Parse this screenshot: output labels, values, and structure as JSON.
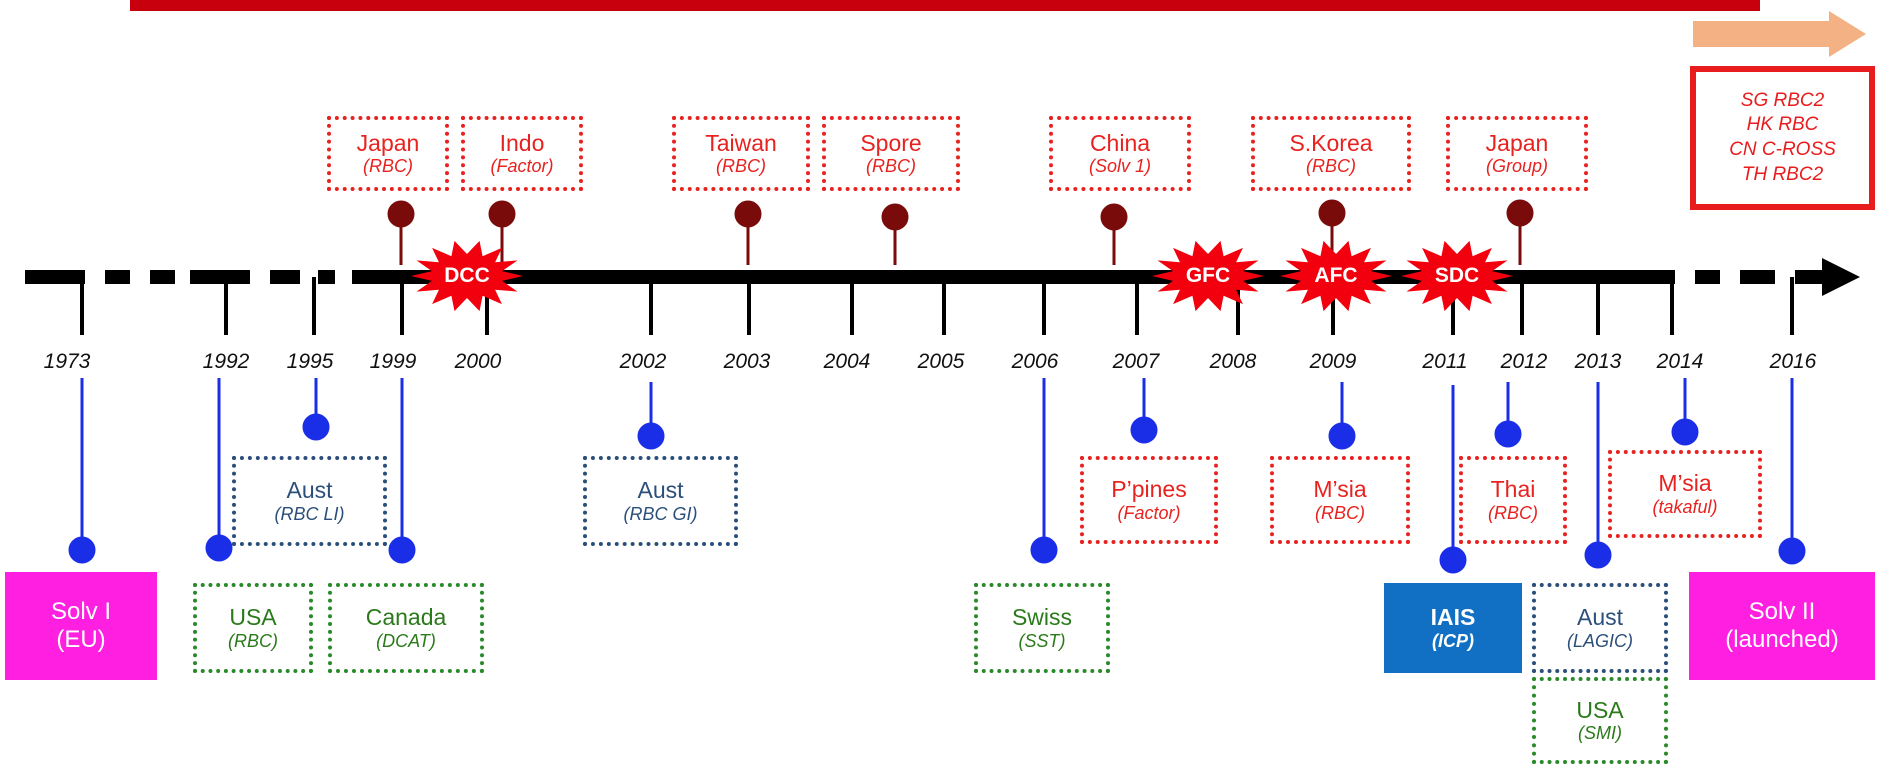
{
  "timeline": {
    "years": [
      "1973",
      "1992",
      "1995",
      "1999",
      "2000",
      "2002",
      "2003",
      "2004",
      "2005",
      "2006",
      "2007",
      "2008",
      "2009",
      "2011",
      "2012",
      "2013",
      "2014",
      "2016"
    ],
    "crises": [
      "DCC",
      "GFC",
      "AFC",
      "SDC"
    ]
  },
  "above": {
    "japan_rbc": {
      "name": "Japan",
      "sub": "(RBC)"
    },
    "indo": {
      "name": "Indo",
      "sub": "(Factor)"
    },
    "taiwan": {
      "name": "Taiwan",
      "sub": "(RBC)"
    },
    "spore": {
      "name": "Spore",
      "sub": "(RBC)"
    },
    "china": {
      "name": "China",
      "sub": "(Solv 1)"
    },
    "skorea": {
      "name": "S.Korea",
      "sub": "(RBC)"
    },
    "japan_group": {
      "name": "Japan",
      "sub": "(Group)"
    }
  },
  "upcoming": [
    "SG RBC2",
    "HK RBC",
    "CN C-ROSS",
    "TH RBC2"
  ],
  "below": {
    "solv1": {
      "name": "Solv I",
      "sub": "(EU)"
    },
    "usa_rbc": {
      "name": "USA",
      "sub": "(RBC)"
    },
    "aust_li": {
      "name": "Aust",
      "sub": "(RBC LI)"
    },
    "canada": {
      "name": "Canada",
      "sub": "(DCAT)"
    },
    "aust_gi": {
      "name": "Aust",
      "sub": "(RBC GI)"
    },
    "swiss": {
      "name": "Swiss",
      "sub": "(SST)"
    },
    "ppines": {
      "name": "P’pines",
      "sub": "(Factor)"
    },
    "msia_rbc": {
      "name": "M’sia",
      "sub": "(RBC)"
    },
    "iais": {
      "name": "IAIS",
      "sub": "(ICP)"
    },
    "thai": {
      "name": "Thai",
      "sub": "(RBC)"
    },
    "aust_lagic": {
      "name": "Aust",
      "sub": "(LAGIC)"
    },
    "usa_smi": {
      "name": "USA",
      "sub": "(SMI)"
    },
    "msia_takaful": {
      "name": "M’sia",
      "sub": "(takaful)"
    },
    "solv2": {
      "name": "Solv II",
      "sub": "(launched)"
    }
  },
  "colors": {
    "red": "#e8221f",
    "navy": "#2b4f7a",
    "green": "#2a8a2a",
    "magenta": "#ff1fe0",
    "iais_blue": "#1170c4",
    "pin": "#8b0000",
    "stem": "#1a2ee8"
  }
}
